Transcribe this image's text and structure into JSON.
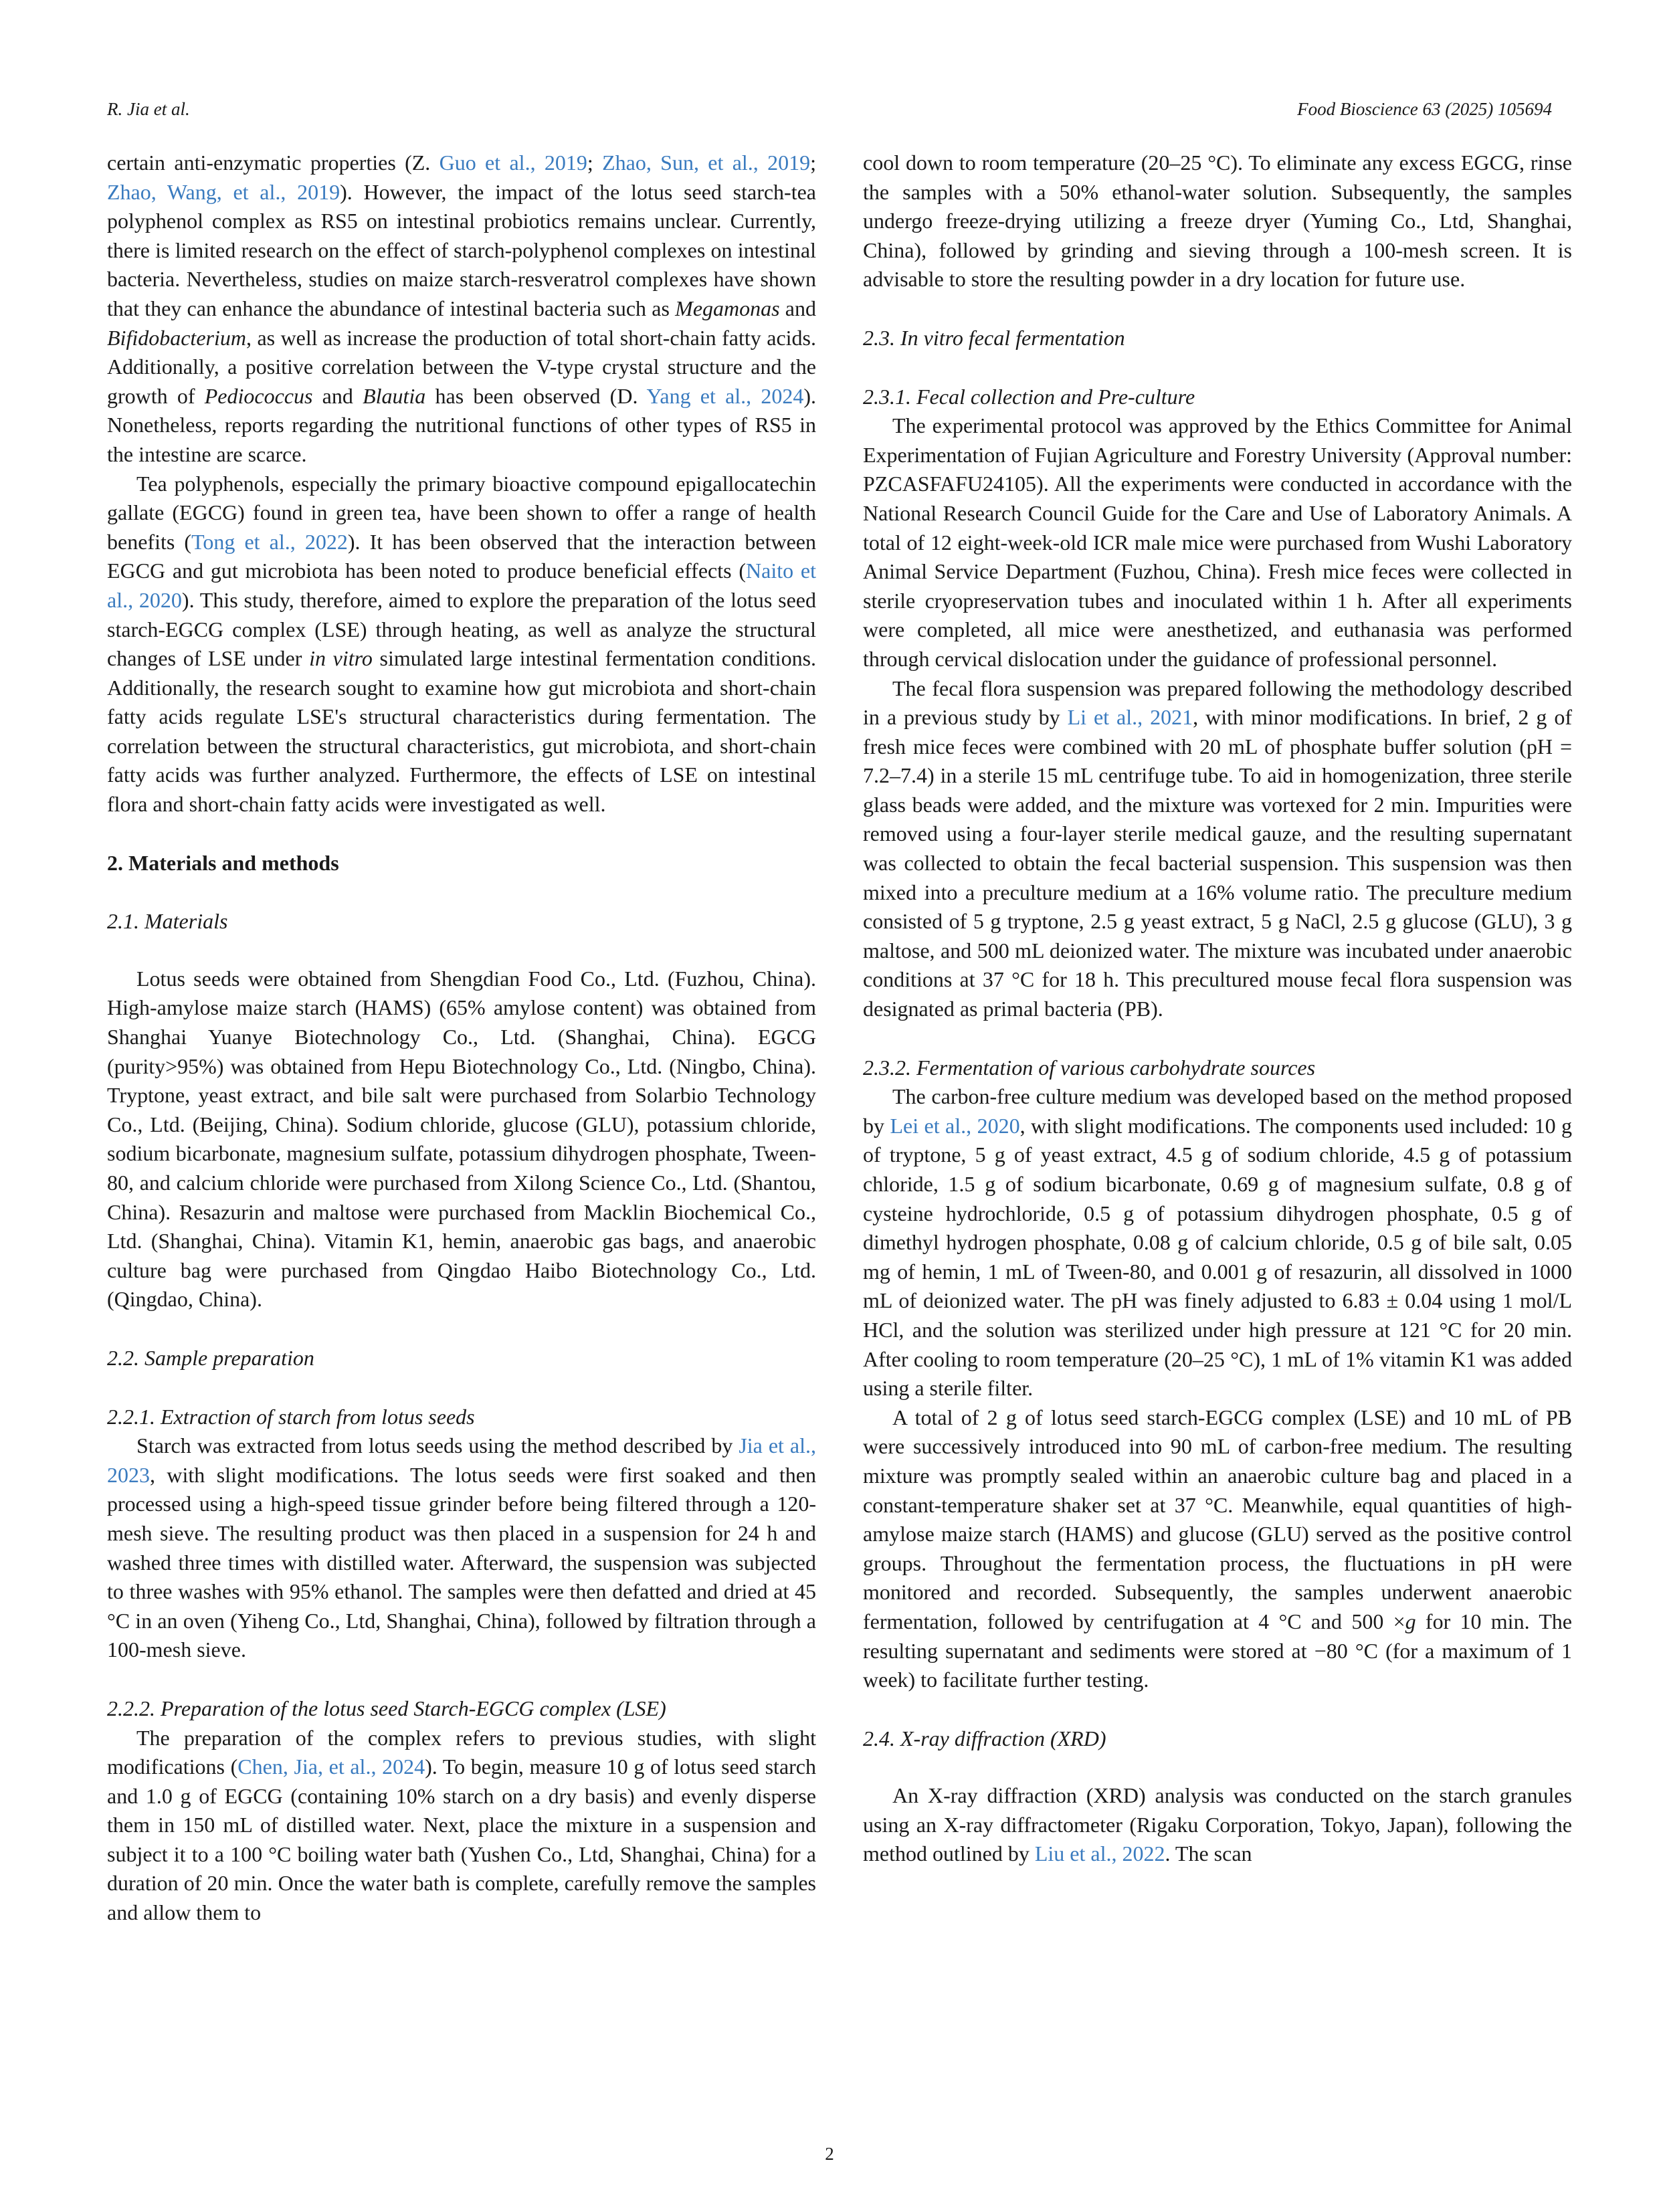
{
  "header": {
    "left": "R. Jia et al.",
    "right": "Food Bioscience 63 (2025) 105694"
  },
  "page_number": "2",
  "left_col": {
    "p1_a": "certain anti-enzymatic properties (Z. ",
    "p1_l1": "Guo et al., 2019",
    "p1_b": "; ",
    "p1_l2": "Zhao, Sun, et al., 2019",
    "p1_c": "; ",
    "p1_l3": "Zhao, Wang, et al., 2019",
    "p1_d": "). However, the impact of the lotus seed starch-tea polyphenol complex as RS5 on intestinal probiotics remains unclear. Currently, there is limited research on the effect of starch-polyphenol complexes on intestinal bacteria. Nevertheless, studies on maize starch-resveratrol complexes have shown that they can enhance the abundance of intestinal bacteria such as ",
    "p1_i1": "Megamonas",
    "p1_e": " and ",
    "p1_i2": "Bifidobacterium",
    "p1_f": ", as well as increase the production of total short-chain fatty acids. Additionally, a positive correlation between the V-type crystal structure and the growth of ",
    "p1_i3": "Pediococcus",
    "p1_g": " and ",
    "p1_i4": "Blautia",
    "p1_h": " has been observed (D. ",
    "p1_l4": "Yang et al., 2024",
    "p1_j": "). Nonetheless, reports regarding the nutritional functions of other types of RS5 in the intestine are scarce.",
    "p2_a": "Tea polyphenols, especially the primary bioactive compound epigallocatechin gallate (EGCG) found in green tea, have been shown to offer a range of health benefits (",
    "p2_l1": "Tong et al., 2022",
    "p2_b": "). It has been observed that the interaction between EGCG and gut microbiota has been noted to produce beneficial effects (",
    "p2_l2": "Naito et al., 2020",
    "p2_c": "). This study, therefore, aimed to explore the preparation of the lotus seed starch-EGCG complex (LSE) through heating, as well as analyze the structural changes of LSE under ",
    "p2_i1": "in vitro",
    "p2_d": " simulated large intestinal fermentation conditions. Additionally, the research sought to examine how gut microbiota and short-chain fatty acids regulate LSE's structural characteristics during fermentation. The correlation between the structural characteristics, gut microbiota, and short-chain fatty acids was further analyzed. Furthermore, the effects of LSE on intestinal flora and short-chain fatty acids were investigated as well.",
    "sec2": "2.  Materials and methods",
    "sec21": "2.1.  Materials",
    "p3": "Lotus seeds were obtained from Shengdian Food Co., Ltd. (Fuzhou, China). High-amylose maize starch (HAMS) (65% amylose content) was obtained from Shanghai Yuanye Biotechnology Co., Ltd. (Shanghai, China). EGCG (purity>95%) was obtained from Hepu Biotechnology Co., Ltd. (Ningbo, China). Tryptone, yeast extract, and bile salt were purchased from Solarbio Technology Co., Ltd. (Beijing, China). Sodium chloride, glucose (GLU), potassium chloride, sodium bicarbonate, magnesium sulfate, potassium dihydrogen phosphate, Tween-80, and calcium chloride were purchased from Xilong Science Co., Ltd. (Shantou, China). Resazurin and maltose were purchased from Macklin Biochemical Co., Ltd. (Shanghai, China). Vitamin K1, hemin, anaerobic gas bags, and anaerobic culture bag were purchased from Qingdao Haibo Biotechnology Co., Ltd. (Qingdao, China).",
    "sec22": "2.2.  Sample preparation",
    "sec221": "2.2.1.  Extraction of starch from lotus seeds",
    "p4_a": "Starch was extracted from lotus seeds using the method described by ",
    "p4_l1": "Jia et al., 2023",
    "p4_b": ", with slight modifications. The lotus seeds were first soaked and then processed using a high-speed tissue grinder before being filtered through a 120-mesh sieve. The resulting product was then placed in a suspension for 24 h and washed three times with distilled water. Afterward, the suspension was subjected to three washes with 95% ethanol. The samples were then defatted and dried at 45 °C in an oven (Yiheng Co., Ltd, Shanghai, China), followed by filtration through a 100-mesh sieve.",
    "sec222": "2.2.2.  Preparation of the lotus seed Starch-EGCG complex (LSE)",
    "p5_a": "The preparation of the complex refers to previous studies, with slight modifications (",
    "p5_l1": "Chen, Jia, et al., 2024",
    "p5_b": "). To begin, measure 10 g of lotus seed starch and 1.0 g of EGCG (containing 10% starch on a dry basis) and evenly disperse them in 150 mL of distilled water. Next, place the mixture in a suspension and subject it to a 100 °C boiling water bath (Yushen Co., Ltd, Shanghai, China) for a duration of 20 min. Once the water bath is complete, carefully remove the samples and allow them to"
  },
  "right_col": {
    "p1": "cool down to room temperature (20–25 °C). To eliminate any excess EGCG, rinse the samples with a 50% ethanol-water solution. Subsequently, the samples undergo freeze-drying utilizing a freeze dryer (Yuming Co., Ltd, Shanghai, China), followed by grinding and sieving through a 100-mesh screen. It is advisable to store the resulting powder in a dry location for future use.",
    "sec23": "2.3.  In vitro fecal fermentation",
    "sec231": "2.3.1.  Fecal collection and Pre-culture",
    "p2": "The experimental protocol was approved by the Ethics Committee for Animal Experimentation of Fujian Agriculture and Forestry University (Approval number: PZCASFAFU24105). All the experiments were conducted in accordance with the National Research Council Guide for the Care and Use of Laboratory Animals. A total of 12 eight-week-old ICR male mice were purchased from Wushi Laboratory Animal Service Department (Fuzhou, China). Fresh mice feces were collected in sterile cryopreservation tubes and inoculated within 1 h. After all experiments were completed, all mice were anesthetized, and euthanasia was performed through cervical dislocation under the guidance of professional personnel.",
    "p3_a": "The fecal flora suspension was prepared following the methodology described in a previous study by ",
    "p3_l1": "Li et al., 2021",
    "p3_b": ", with minor modifications. In brief, 2 g of fresh mice feces were combined with 20 mL of phosphate buffer solution (pH = 7.2–7.4) in a sterile 15 mL centrifuge tube. To aid in homogenization, three sterile glass beads were added, and the mixture was vortexed for 2 min. Impurities were removed using a four-layer sterile medical gauze, and the resulting supernatant was collected to obtain the fecal bacterial suspension. This suspension was then mixed into a preculture medium at a 16% volume ratio. The preculture medium consisted of 5 g tryptone, 2.5 g yeast extract, 5 g NaCl, 2.5 g glucose (GLU), 3 g maltose, and 500 mL deionized water. The mixture was incubated under anaerobic conditions at 37 °C for 18 h. This precultured mouse fecal flora suspension was designated as primal bacteria (PB).",
    "sec232": "2.3.2.  Fermentation of various carbohydrate sources",
    "p4_a": "The carbon-free culture medium was developed based on the method proposed by ",
    "p4_l1": "Lei et al., 2020",
    "p4_b": ", with slight modifications. The components used included: 10 g of tryptone, 5 g of yeast extract, 4.5 g of sodium chloride, 4.5 g of potassium chloride, 1.5 g of sodium bicarbonate, 0.69 g of magnesium sulfate, 0.8 g of cysteine hydrochloride, 0.5 g of potassium dihydrogen phosphate, 0.5 g of dimethyl hydrogen phosphate, 0.08 g of calcium chloride, 0.5 g of bile salt, 0.05 mg of hemin, 1 mL of Tween-80, and 0.001 g of resazurin, all dissolved in 1000 mL of deionized water. The pH was finely adjusted to 6.83 ± 0.04 using 1 mol/L HCl, and the solution was sterilized under high pressure at 121 °C for 20 min. After cooling to room temperature (20–25 °C), 1 mL of 1% vitamin K1 was added using a sterile filter.",
    "p5_a": "A total of 2 g of lotus seed starch-EGCG complex (LSE) and 10 mL of PB were successively introduced into 90 mL of carbon-free medium. The resulting mixture was promptly sealed within an anaerobic culture bag and placed in a constant-temperature shaker set at 37 °C. Meanwhile, equal quantities of high-amylose maize starch (HAMS) and glucose (GLU) served as the positive control groups. Throughout the fermentation process, the fluctuations in pH were monitored and recorded. Subsequently, the samples underwent anaerobic fermentation, followed by centrifugation at 4 °C and 500 ×",
    "p5_i1": "g",
    "p5_b": " for 10 min. The resulting supernatant and sediments were stored at −80 °C (for a maximum of 1 week) to facilitate further testing.",
    "sec24": "2.4.  X-ray diffraction (XRD)",
    "p6_a": "An X-ray diffraction (XRD) analysis was conducted on the starch granules using an X-ray diffractometer (Rigaku Corporation, Tokyo, Japan), following the method outlined by ",
    "p6_l1": "Liu et al., 2022",
    "p6_b": ". The scan"
  }
}
